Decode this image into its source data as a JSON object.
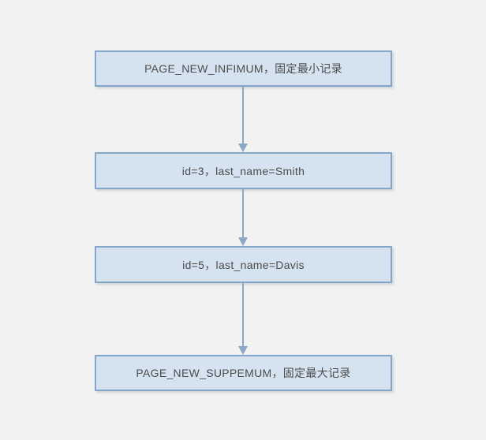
{
  "diagram": {
    "title": "page-record-linked-list-flowchart",
    "colors": {
      "background": "#f2f2f3",
      "node-fill": "#d5e2ef",
      "node-border": "#84a6c8",
      "arrow-color": "#8aa9c8",
      "text-color": "#4c4c4c"
    },
    "nodes": [
      {
        "id": "infimum",
        "label": "PAGE_NEW_INFIMUM，固定最小记录"
      },
      {
        "id": "record-id3",
        "label": "id=3，last_name=Smith"
      },
      {
        "id": "record-id5",
        "label": "id=5，last_name=Davis"
      },
      {
        "id": "supremum",
        "label": "PAGE_NEW_SUPPEMUM，固定最大记录"
      }
    ],
    "edges": [
      {
        "from": "infimum",
        "to": "record-id3",
        "direction": "down"
      },
      {
        "from": "record-id3",
        "to": "record-id5",
        "direction": "down"
      },
      {
        "from": "record-id5",
        "to": "supremum",
        "direction": "down"
      }
    ]
  }
}
